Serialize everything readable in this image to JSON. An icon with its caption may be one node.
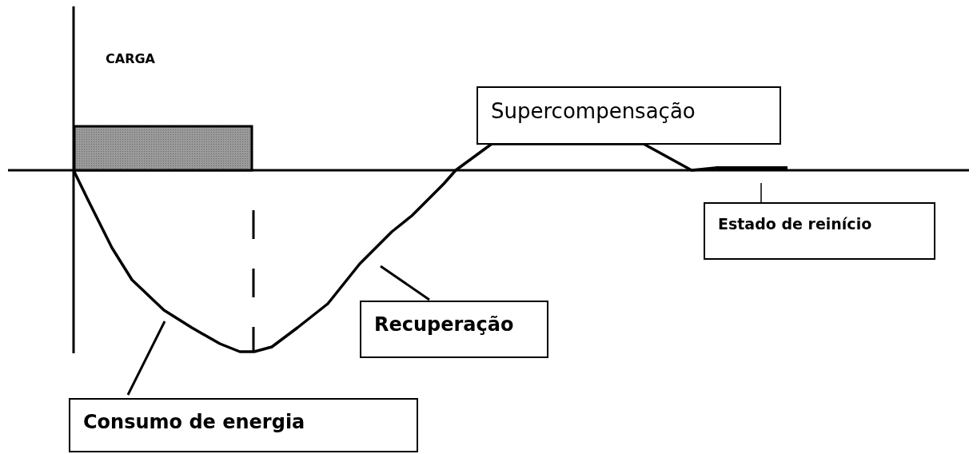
{
  "diagram": {
    "nodes": [
      {
        "text": [
          "Supercompensação"
        ]
      },
      {
        "text": [
          "Estado de reinício"
        ]
      },
      {
        "text": [
          "Recuperação"
        ]
      },
      {
        "text": [
          "Consumo de energia"
        ]
      }
    ],
    "edges": [
      {
        "from": 1,
        "to": null,
        "arrow": "none"
      },
      {
        "from": 2,
        "to": null,
        "arrow": "none"
      },
      {
        "from": 3,
        "to": null,
        "arrow": "none"
      }
    ],
    "labels": [
      "CARGA"
    ]
  }
}
